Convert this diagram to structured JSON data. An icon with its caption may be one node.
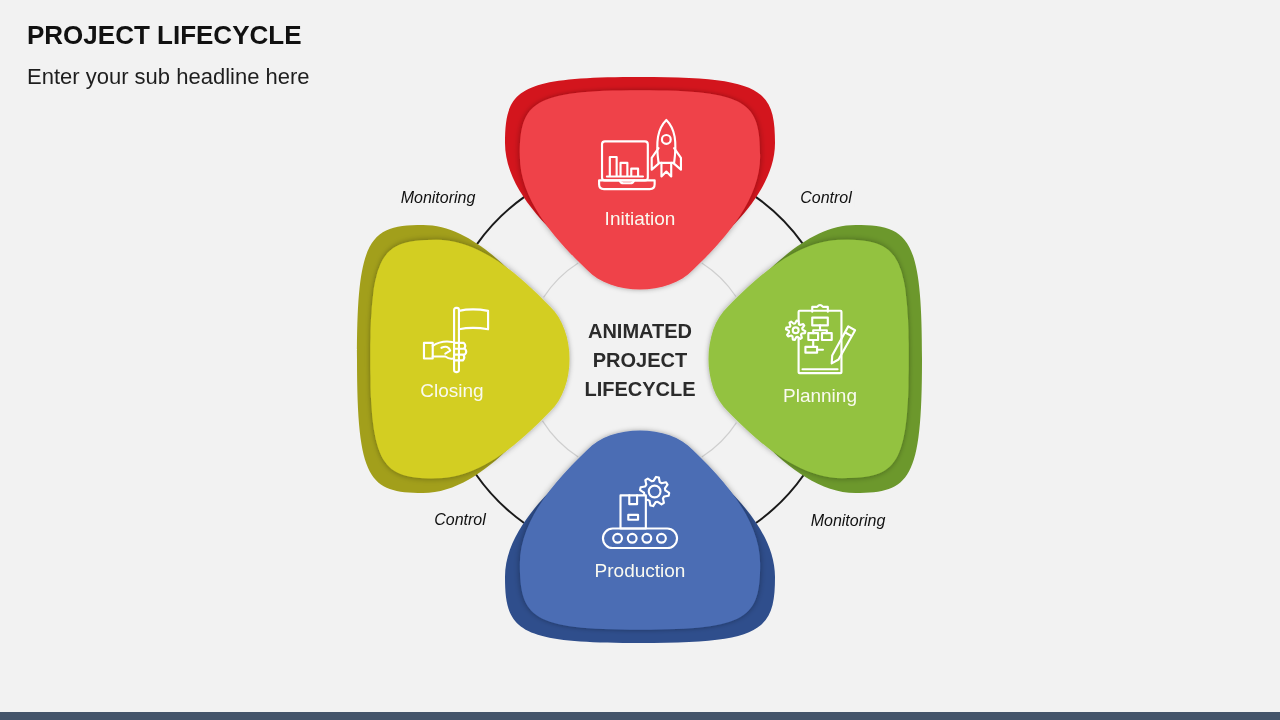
{
  "diagram": {
    "title": "PROJECT LIFECYCLE",
    "nodes": [
      {
        "text": [
          "Initiation"
        ]
      },
      {
        "text": [
          "Closing"
        ]
      },
      {
        "text": [
          "ANIMATED PROJECT LIFECYCLE"
        ]
      },
      {
        "text": [
          "Planning"
        ]
      },
      {
        "text": [
          "Production"
        ]
      }
    ],
    "edges": [
      {
        "from": 0,
        "to": 3,
        "arrow": "none",
        "label": "Control"
      },
      {
        "from": 3,
        "to": 4,
        "arrow": "none",
        "label": "Monitoring"
      },
      {
        "from": 4,
        "to": 1,
        "arrow": "none",
        "label": "Control"
      },
      {
        "from": 1,
        "to": 0,
        "arrow": "none",
        "label": "Monitoring"
      }
    ],
    "labels": [
      "Enter your sub headline here"
    ]
  }
}
